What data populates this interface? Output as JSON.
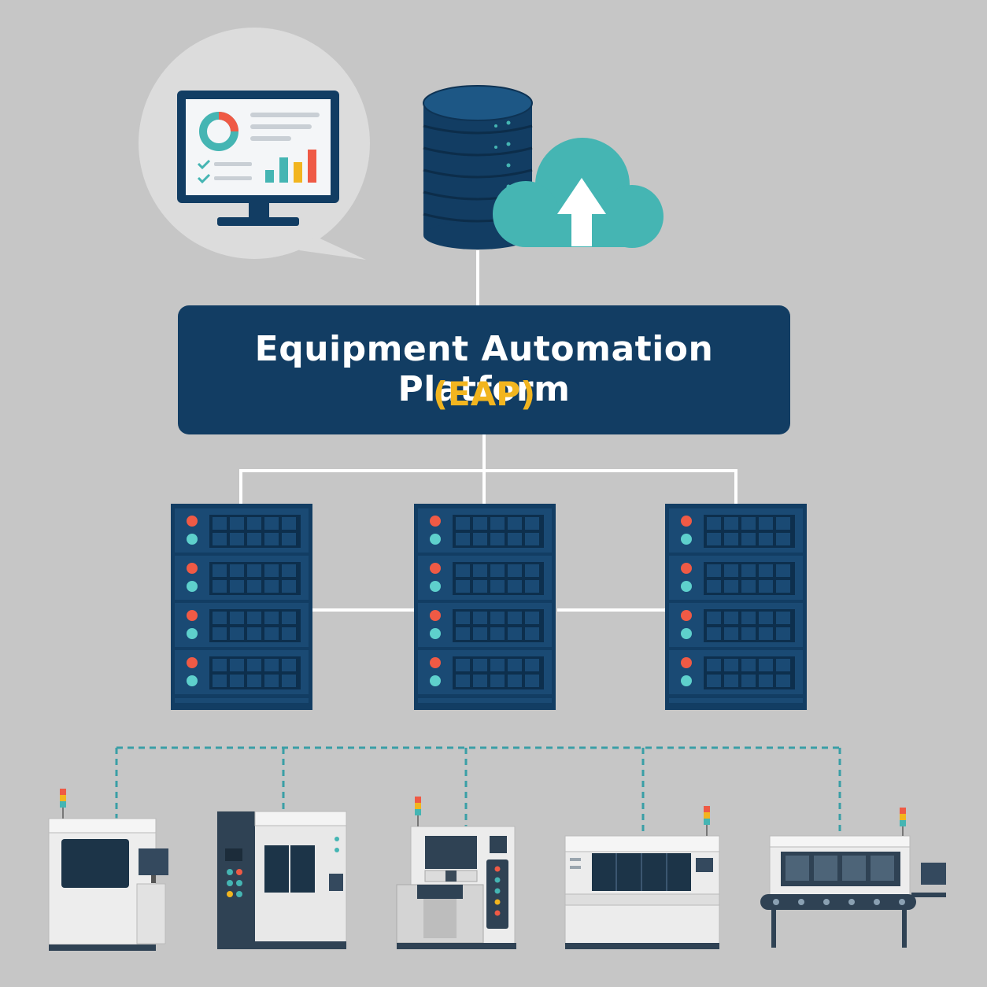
{
  "platform": {
    "title": "Equipment Automation Platform",
    "subtitle": "(EAP)"
  },
  "colors": {
    "background": "#c6c6c6",
    "navy": "#123d63",
    "teal": "#45b5b3",
    "accent_yellow": "#f2b51f",
    "accent_red": "#ef5a45",
    "connector_dashed": "#3a9fa6"
  },
  "icons": {
    "monitor": "dashboard-monitor-icon",
    "database": "database-icon",
    "cloud": "cloud-upload-icon",
    "server": "server-rack-icon",
    "machine": "manufacturing-equipment-icon"
  },
  "counts": {
    "server_racks": 3,
    "equipment_units": 5
  }
}
